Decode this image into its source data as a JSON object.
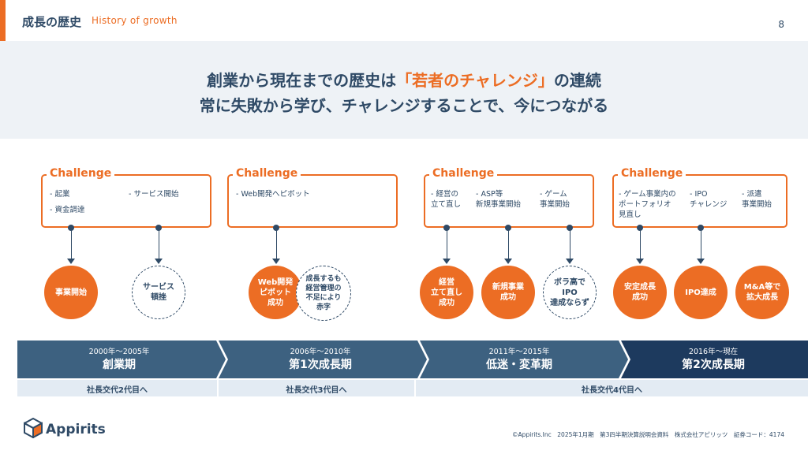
{
  "header": {
    "title": "成長の歴史",
    "subtitle": "History of growth",
    "page_number": "8"
  },
  "headline": {
    "line1_pre": "創業から現在までの歴史は",
    "line1_highlight": "「若者のチャレンジ」",
    "line1_post": "の連続",
    "line2": "常に失敗から学び、チャレンジすることで、今につながる"
  },
  "challenge_title": "Challenge",
  "challenges": [
    {
      "items": [
        "起業",
        "資金調達",
        "サービス開始"
      ]
    },
    {
      "items": [
        "Web開発へピボット"
      ]
    },
    {
      "items": [
        "経営の\n立て直し",
        "ASP等\n新規事業開始",
        "ゲーム\n事業開始"
      ]
    },
    {
      "items": [
        "ゲーム事業内の\nポートフォリオ\n見直し",
        "IPO\nチャレンジ",
        "派遣\n事業開始"
      ]
    }
  ],
  "outcomes": [
    {
      "label": "事業開始",
      "style": "solid"
    },
    {
      "label": "サービス\n頓挫",
      "style": "dashed"
    },
    {
      "label": "Web開発\nピボット\n成功",
      "style": "solid"
    },
    {
      "label": "成長するも\n経営管理の\n不足により\n赤字",
      "style": "dashed"
    },
    {
      "label": "経営\n立て直し\n成功",
      "style": "solid"
    },
    {
      "label": "新規事業\n成功",
      "style": "solid"
    },
    {
      "label": "ボラ高で\nIPO\n達成ならず",
      "style": "dashed"
    },
    {
      "label": "安定成長\n成功",
      "style": "solid"
    },
    {
      "label": "IPO達成",
      "style": "solid"
    },
    {
      "label": "M&A等で\n拡大成長",
      "style": "solid"
    }
  ],
  "phases": [
    {
      "years": "2000年～2005年",
      "name": "創業期",
      "color": "#3d6180"
    },
    {
      "years": "2006年～2010年",
      "name": "第1次成長期",
      "color": "#3d6180"
    },
    {
      "years": "2011年～2015年",
      "name": "低迷・変革期",
      "color": "#3d6180"
    },
    {
      "years": "2016年～現在",
      "name": "第2次成長期",
      "color": "#1d3a5e"
    }
  ],
  "successions": [
    {
      "label": "社長交代2代目へ"
    },
    {
      "label": "社長交代3代目へ"
    },
    {
      "label": "社長交代4代目へ"
    }
  ],
  "footer": {
    "logo": "Appirits",
    "text": "©Appirits.Inc　2025年1月期　第3四半期決算説明会資料　株式会社アピリッツ　証券コード：4174"
  },
  "colors": {
    "accent": "#ec6d24",
    "navy": "#2f4a66",
    "timeline": "#3d6180",
    "timeline_current": "#1d3a5e"
  }
}
